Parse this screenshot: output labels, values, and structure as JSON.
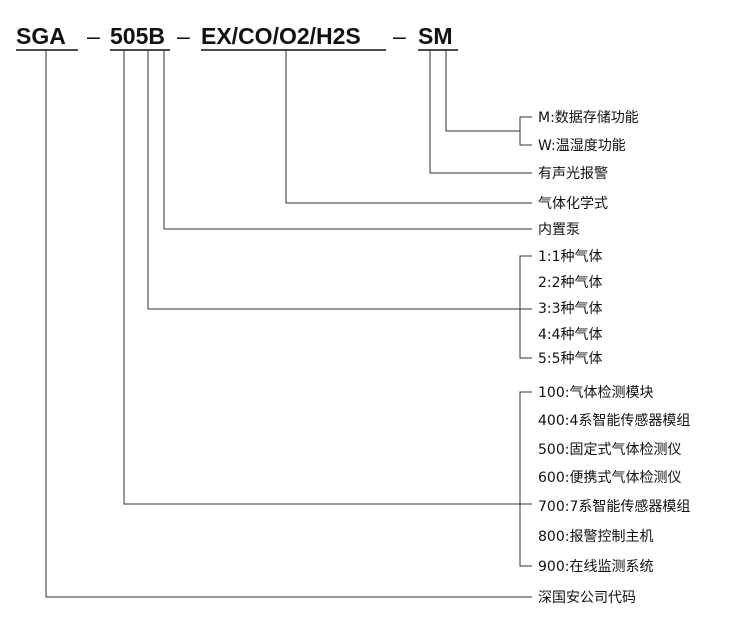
{
  "model_code": {
    "seg1": "SGA",
    "seg2": "505B",
    "seg3": "EX/CO/O2/H2S",
    "seg4": "SM",
    "dash": "–"
  },
  "labels": {
    "m_storage": "M:数据存储功能",
    "w_humidity": "W:温湿度功能",
    "sound_light_alarm": "有声光报警",
    "gas_formula": "气体化学式",
    "builtin_pump": "内置泵",
    "gas_count": [
      "1:1种气体",
      "2:2种气体",
      "3:3种气体",
      "4:4种气体",
      "5:5种气体"
    ],
    "product_series": [
      "100:气体检测模块",
      "400:4系智能传感器模组",
      "500:固定式气体检测仪",
      "600:便携式气体检测仪",
      "700:7系智能传感器模组",
      "800:报警控制主机",
      "900:在线监测系统"
    ],
    "company_code": "深国安公司代码"
  }
}
